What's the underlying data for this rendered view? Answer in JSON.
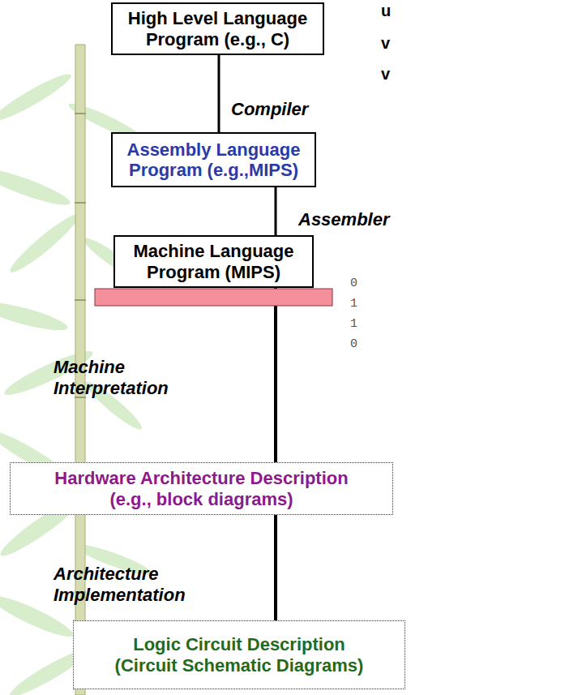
{
  "diagram": {
    "nodes": [
      {
        "text": [
          "High Level Language Program (e.g., C)"
        ]
      },
      {
        "text": [
          "Assembly Language Program (e.g.,MIPS)"
        ]
      },
      {
        "text": [
          "Machine Language Program (MIPS)"
        ]
      },
      {
        "text": [
          "Hardware Architecture Description (e.g., block diagrams)"
        ]
      },
      {
        "text": [
          "Logic Circuit Description (Circuit Schematic Diagrams)"
        ]
      }
    ],
    "edges": [
      {
        "from": 0,
        "to": 1,
        "label": "Compiler",
        "arrow": "none"
      },
      {
        "from": 1,
        "to": 2,
        "label": "Assembler",
        "arrow": "none"
      },
      {
        "from": 2,
        "to": 3,
        "label": "Machine Interpretation",
        "arrow": "none"
      },
      {
        "from": 3,
        "to": 4,
        "label": "Architecture Implementation",
        "arrow": "none"
      }
    ],
    "labels": [
      "u",
      "v",
      "v",
      "0",
      "1",
      "1",
      "0"
    ]
  }
}
